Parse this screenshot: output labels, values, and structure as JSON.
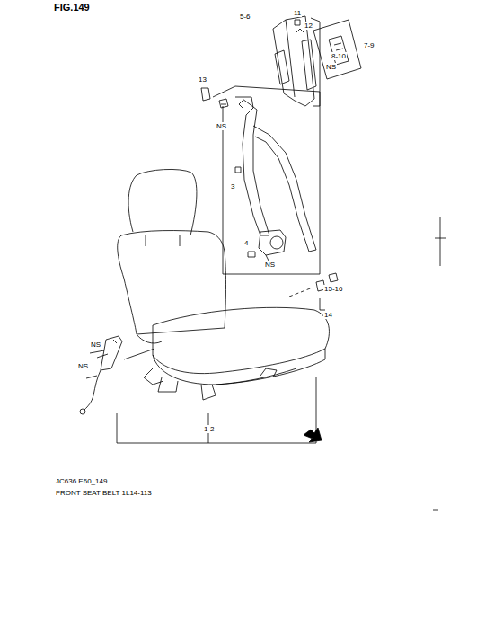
{
  "diagram": {
    "title": "FIG.149",
    "labels": [
      "5-6",
      "11",
      "12",
      "7-9",
      "8-10",
      "NS",
      "13",
      "NS",
      "3",
      "4",
      "NS",
      "15-16",
      "14",
      "NS",
      "NS",
      "1-2",
      "JC636 E60_149",
      "FRONT SEAT BELT 1L14-113"
    ]
  }
}
